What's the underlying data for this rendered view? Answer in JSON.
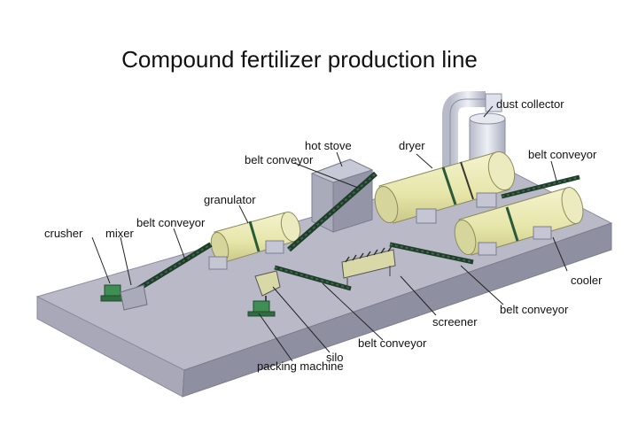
{
  "title": "Compound fertilizer production line",
  "labels": {
    "dust_collector": "dust collector",
    "hot_stove": "hot stove",
    "dryer": "dryer",
    "belt_conveyor_top": "belt conveyor",
    "belt_conveyor_right": "belt conveyor",
    "granulator": "granulator",
    "belt_conveyor_left": "belt conveyor",
    "crusher": "crusher",
    "mixer": "mixer",
    "cooler": "cooler",
    "screener": "screener",
    "belt_conveyor_lower_right": "belt conveyor",
    "belt_conveyor_bottom": "belt conveyor",
    "silo": "silo",
    "packing_machine": "packing machine"
  },
  "colors": {
    "platform_top": "#b9b9c7",
    "platform_side": "#9a9aac",
    "drum": "#e9e8b4",
    "machine_green": "#3f8f55",
    "pipe": "#d5d8e4"
  }
}
